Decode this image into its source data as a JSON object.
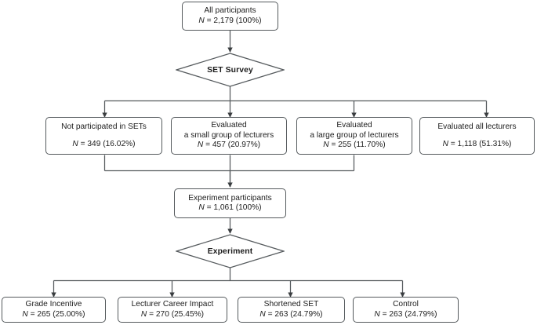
{
  "chart_data": {
    "type": "diagram",
    "title": "Participant flow diagram",
    "diagram_kind": "flowchart",
    "total_participants": 2179
  },
  "style": {
    "stroke": "#555a5d",
    "text": "#1c1c1c",
    "background": "#ffffff"
  },
  "nodes": {
    "all_participants": {
      "label": "All participants",
      "n_label": "N",
      "n_value": " = 2,179 (100%)"
    },
    "set_survey": {
      "label": "SET Survey"
    },
    "not_participated": {
      "line1": "Not participated in SETs",
      "line2": "",
      "n_label": "N",
      "n_value": " = 349 (16.02%)"
    },
    "small_group": {
      "line1": "Evaluated",
      "line2": "a small group of lecturers",
      "n_label": "N",
      "n_value": " = 457 (20.97%)"
    },
    "large_group": {
      "line1": "Evaluated",
      "line2": "a large group of lecturers",
      "n_label": "N",
      "n_value": " = 255 (11.70%)"
    },
    "all_lecturers": {
      "line1": "Evaluated all lecturers",
      "line2": "",
      "n_label": "N",
      "n_value": " = 1,118 (51.31%)"
    },
    "experiment_participants": {
      "label": "Experiment participants",
      "n_label": "N",
      "n_value": " = 1,061 (100%)"
    },
    "experiment": {
      "label": "Experiment"
    },
    "grade_incentive": {
      "label": "Grade Incentive",
      "n_label": "N",
      "n_value": " = 265 (25.00%)"
    },
    "lecturer_career_impact": {
      "label": "Lecturer Career Impact",
      "n_label": "N",
      "n_value": " = 270 (25.45%)"
    },
    "shortened_set": {
      "label": "Shortened SET",
      "n_label": "N",
      "n_value": " = 263 (24.79%)"
    },
    "control": {
      "label": "Control",
      "n_label": "N",
      "n_value": " = 263 (24.79%)"
    }
  }
}
